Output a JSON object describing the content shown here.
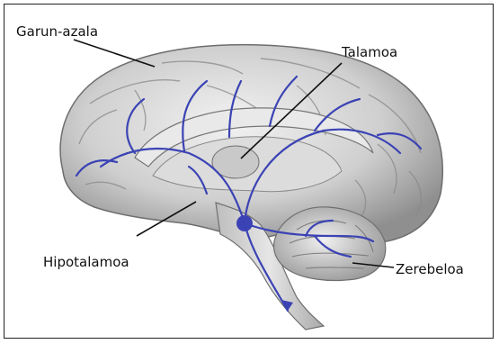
{
  "labels": {
    "cortex": "Garun-azala",
    "thalamus": "Talamoa",
    "hypothalamus": "Hipotalamoa",
    "cerebellum": "Zerebeloa"
  },
  "colors": {
    "pathway": "#3b43b4",
    "brain_fill": "#cfcfcf",
    "brain_dark": "#8a8a8a",
    "frame": "#222222"
  }
}
